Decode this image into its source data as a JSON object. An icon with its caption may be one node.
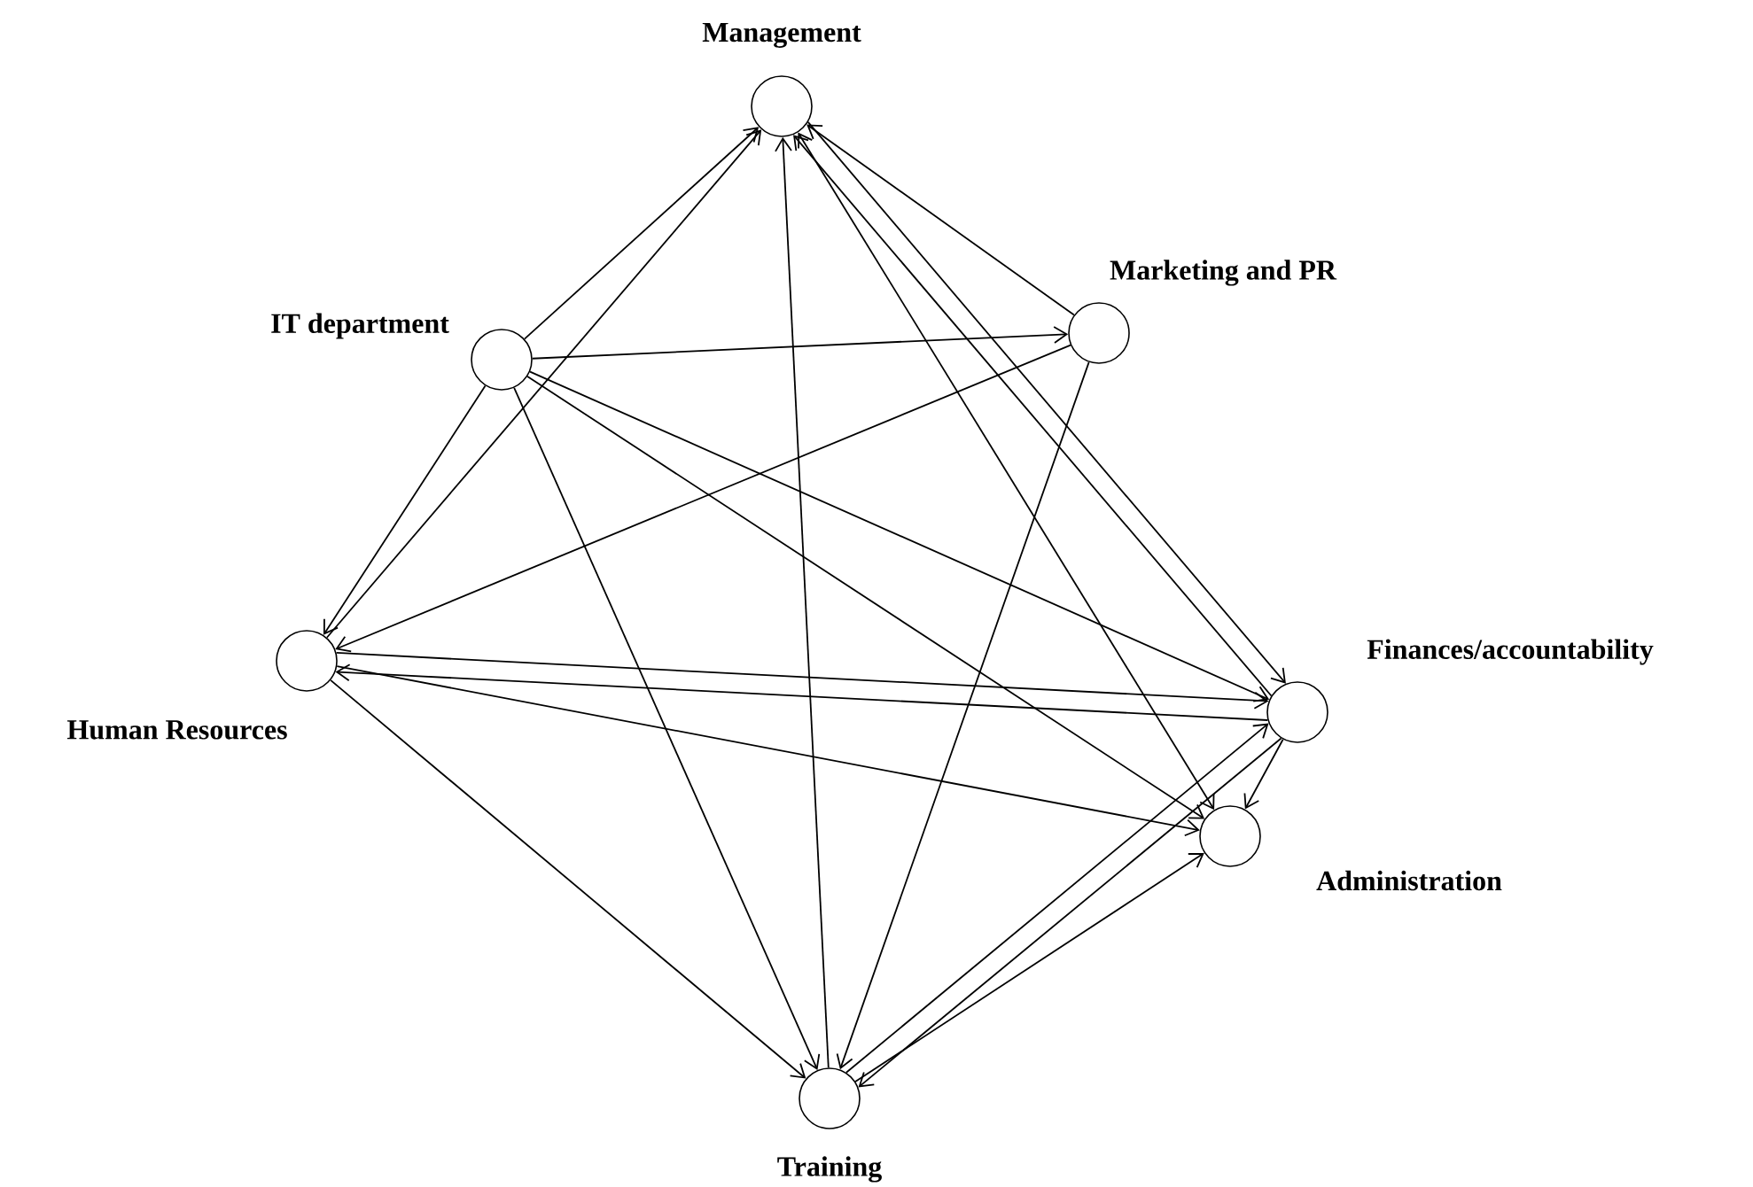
{
  "diagram": {
    "nodes": [
      {
        "text": [],
        "shape": "circle",
        "beside": [
          "Management"
        ]
      },
      {
        "text": [],
        "shape": "circle",
        "beside": [
          "Marketing and PR"
        ]
      },
      {
        "text": [],
        "shape": "circle",
        "beside": [
          "IT department"
        ]
      },
      {
        "text": [],
        "shape": "circle",
        "beside": [
          "Human Resources"
        ]
      },
      {
        "text": [],
        "shape": "circle",
        "beside": [
          "Finances/accountability"
        ]
      },
      {
        "text": [],
        "shape": "circle",
        "beside": [
          "Administration"
        ]
      },
      {
        "text": [],
        "shape": "circle",
        "beside": [
          "Training"
        ]
      }
    ],
    "edges": [
      {
        "from": 2,
        "to": 0,
        "arrow": "to"
      },
      {
        "from": 3,
        "to": 0,
        "arrow": "to"
      },
      {
        "from": 6,
        "to": 0,
        "arrow": "to"
      },
      {
        "from": 1,
        "to": 0,
        "arrow": "to"
      },
      {
        "from": 0,
        "to": 4,
        "arrow": "to"
      },
      {
        "from": 4,
        "to": 0,
        "arrow": "to"
      },
      {
        "from": 0,
        "to": 5,
        "arrow": "both"
      },
      {
        "from": 2,
        "to": 1,
        "arrow": "to"
      },
      {
        "from": 1,
        "to": 3,
        "arrow": "to"
      },
      {
        "from": 1,
        "to": 6,
        "arrow": "to"
      },
      {
        "from": 2,
        "to": 3,
        "arrow": "to"
      },
      {
        "from": 2,
        "to": 6,
        "arrow": "to"
      },
      {
        "from": 2,
        "to": 4,
        "arrow": "to"
      },
      {
        "from": 2,
        "to": 5,
        "arrow": "to"
      },
      {
        "from": 3,
        "to": 4,
        "arrow": "to"
      },
      {
        "from": 4,
        "to": 3,
        "arrow": "to"
      },
      {
        "from": 3,
        "to": 6,
        "arrow": "to"
      },
      {
        "from": 3,
        "to": 5,
        "arrow": "to"
      },
      {
        "from": 4,
        "to": 5,
        "arrow": "to"
      },
      {
        "from": 6,
        "to": 4,
        "arrow": "to"
      },
      {
        "from": 4,
        "to": 6,
        "arrow": "to"
      },
      {
        "from": 6,
        "to": 5,
        "arrow": "to"
      }
    ]
  }
}
